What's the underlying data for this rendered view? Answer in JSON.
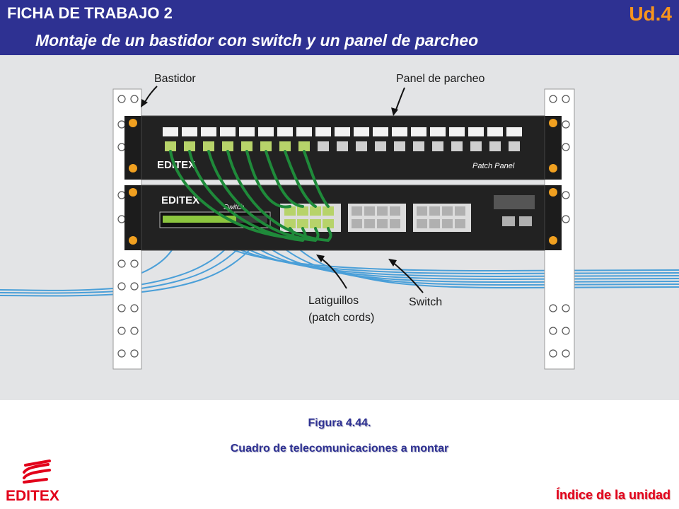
{
  "header": {
    "title": "FICHA DE TRABAJO 2",
    "subtitle": "Montaje de un bastidor con switch y un panel de parcheo",
    "unit": "Ud.4"
  },
  "figure": {
    "labels": {
      "rack": "Bastidor",
      "patch_panel": "Panel de parcheo",
      "patch_cords_line1": "Latiguillos",
      "patch_cords_line2": "(patch cords)",
      "switch": "Switch"
    },
    "device_text": {
      "patch_panel_brand": "EDITEX",
      "patch_panel_model": "Patch Panel",
      "switch_brand": "EDITEX",
      "switch_model": "Switch"
    },
    "colors": {
      "patch_cord": "#1f8a3a",
      "network_cable": "#4a9fd8",
      "device_body": "#1c1c1c",
      "rack_rail": "#ffffff",
      "screw": "#f0a020"
    }
  },
  "caption": {
    "number": "Figura 4.44.",
    "text": "Cuadro de telecomunicaciones a montar"
  },
  "footer": {
    "logo_text": "EDITEX",
    "index_link": "Índice de la unidad",
    "brand_color": "#e2001a"
  }
}
